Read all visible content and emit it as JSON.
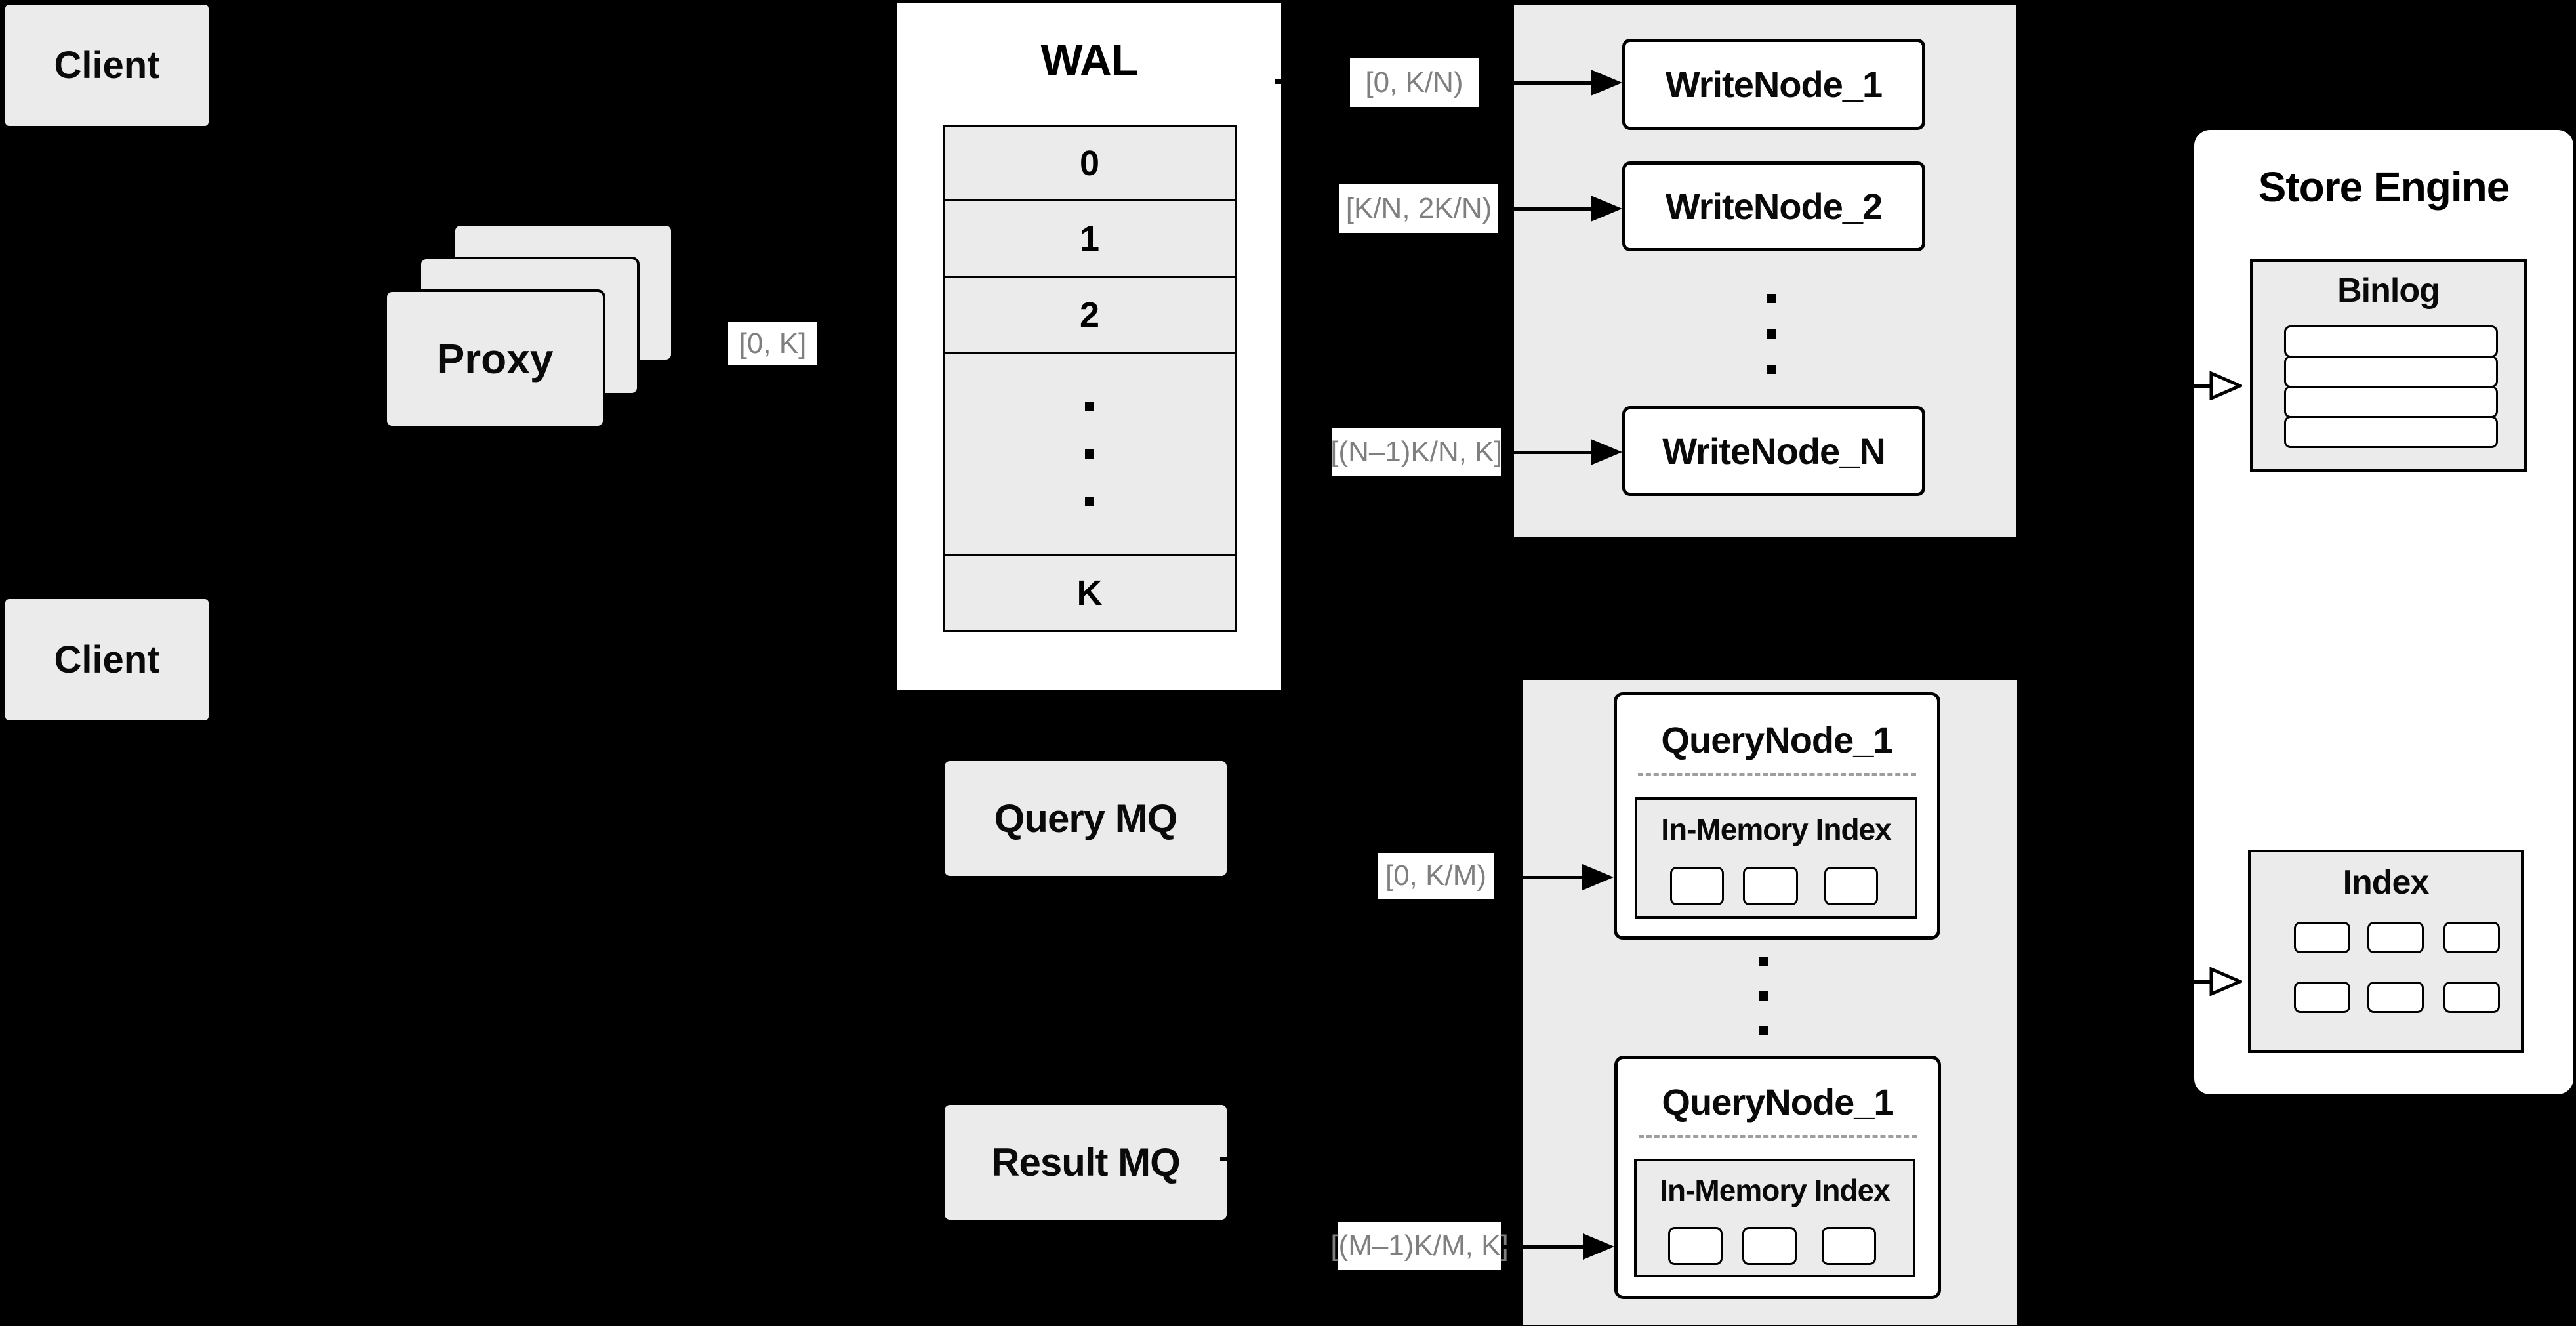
{
  "colors": {
    "background": "#000000",
    "box_gray": "#ebebeb",
    "white": "#ffffff",
    "line_black": "#000000",
    "range_label_text": "#7f7f7f",
    "dashed_divider": "#9e9e9e"
  },
  "clients": {
    "top_label": "Client",
    "bottom_label": "Client"
  },
  "proxy": {
    "label": "Proxy",
    "stack_count": 3,
    "range_label": "[0, K]"
  },
  "wal": {
    "title": "WAL",
    "slots": [
      "0",
      "1",
      "2"
    ],
    "ellipsis": "⋮",
    "last_slot": "K"
  },
  "write_nodes": {
    "ellipsis": "⋮",
    "nodes": [
      {
        "range": "[0,  K/N)",
        "name": "WriteNode_1"
      },
      {
        "range": "[K/N, 2K/N)",
        "name": "WriteNode_2"
      },
      {
        "range": "[(N–1)K/N,  K]",
        "name": "WriteNode_N"
      }
    ]
  },
  "query_mq": {
    "label": "Query MQ"
  },
  "result_mq": {
    "label": "Result MQ"
  },
  "query_nodes": {
    "ellipsis": "⋮",
    "nodes": [
      {
        "range": "[0, K/M)",
        "name": "QueryNode_1",
        "inner_title": "In-Memory Index",
        "inner_cells": 3
      },
      {
        "range": "[(M–1)K/M, K]",
        "name": "QueryNode_1",
        "inner_title": "In-Memory Index",
        "inner_cells": 3
      }
    ]
  },
  "store_engine": {
    "title": "Store Engine",
    "binlog": {
      "title": "Binlog",
      "row_count": 4
    },
    "index": {
      "title": "Index",
      "cell_count": 6
    }
  }
}
